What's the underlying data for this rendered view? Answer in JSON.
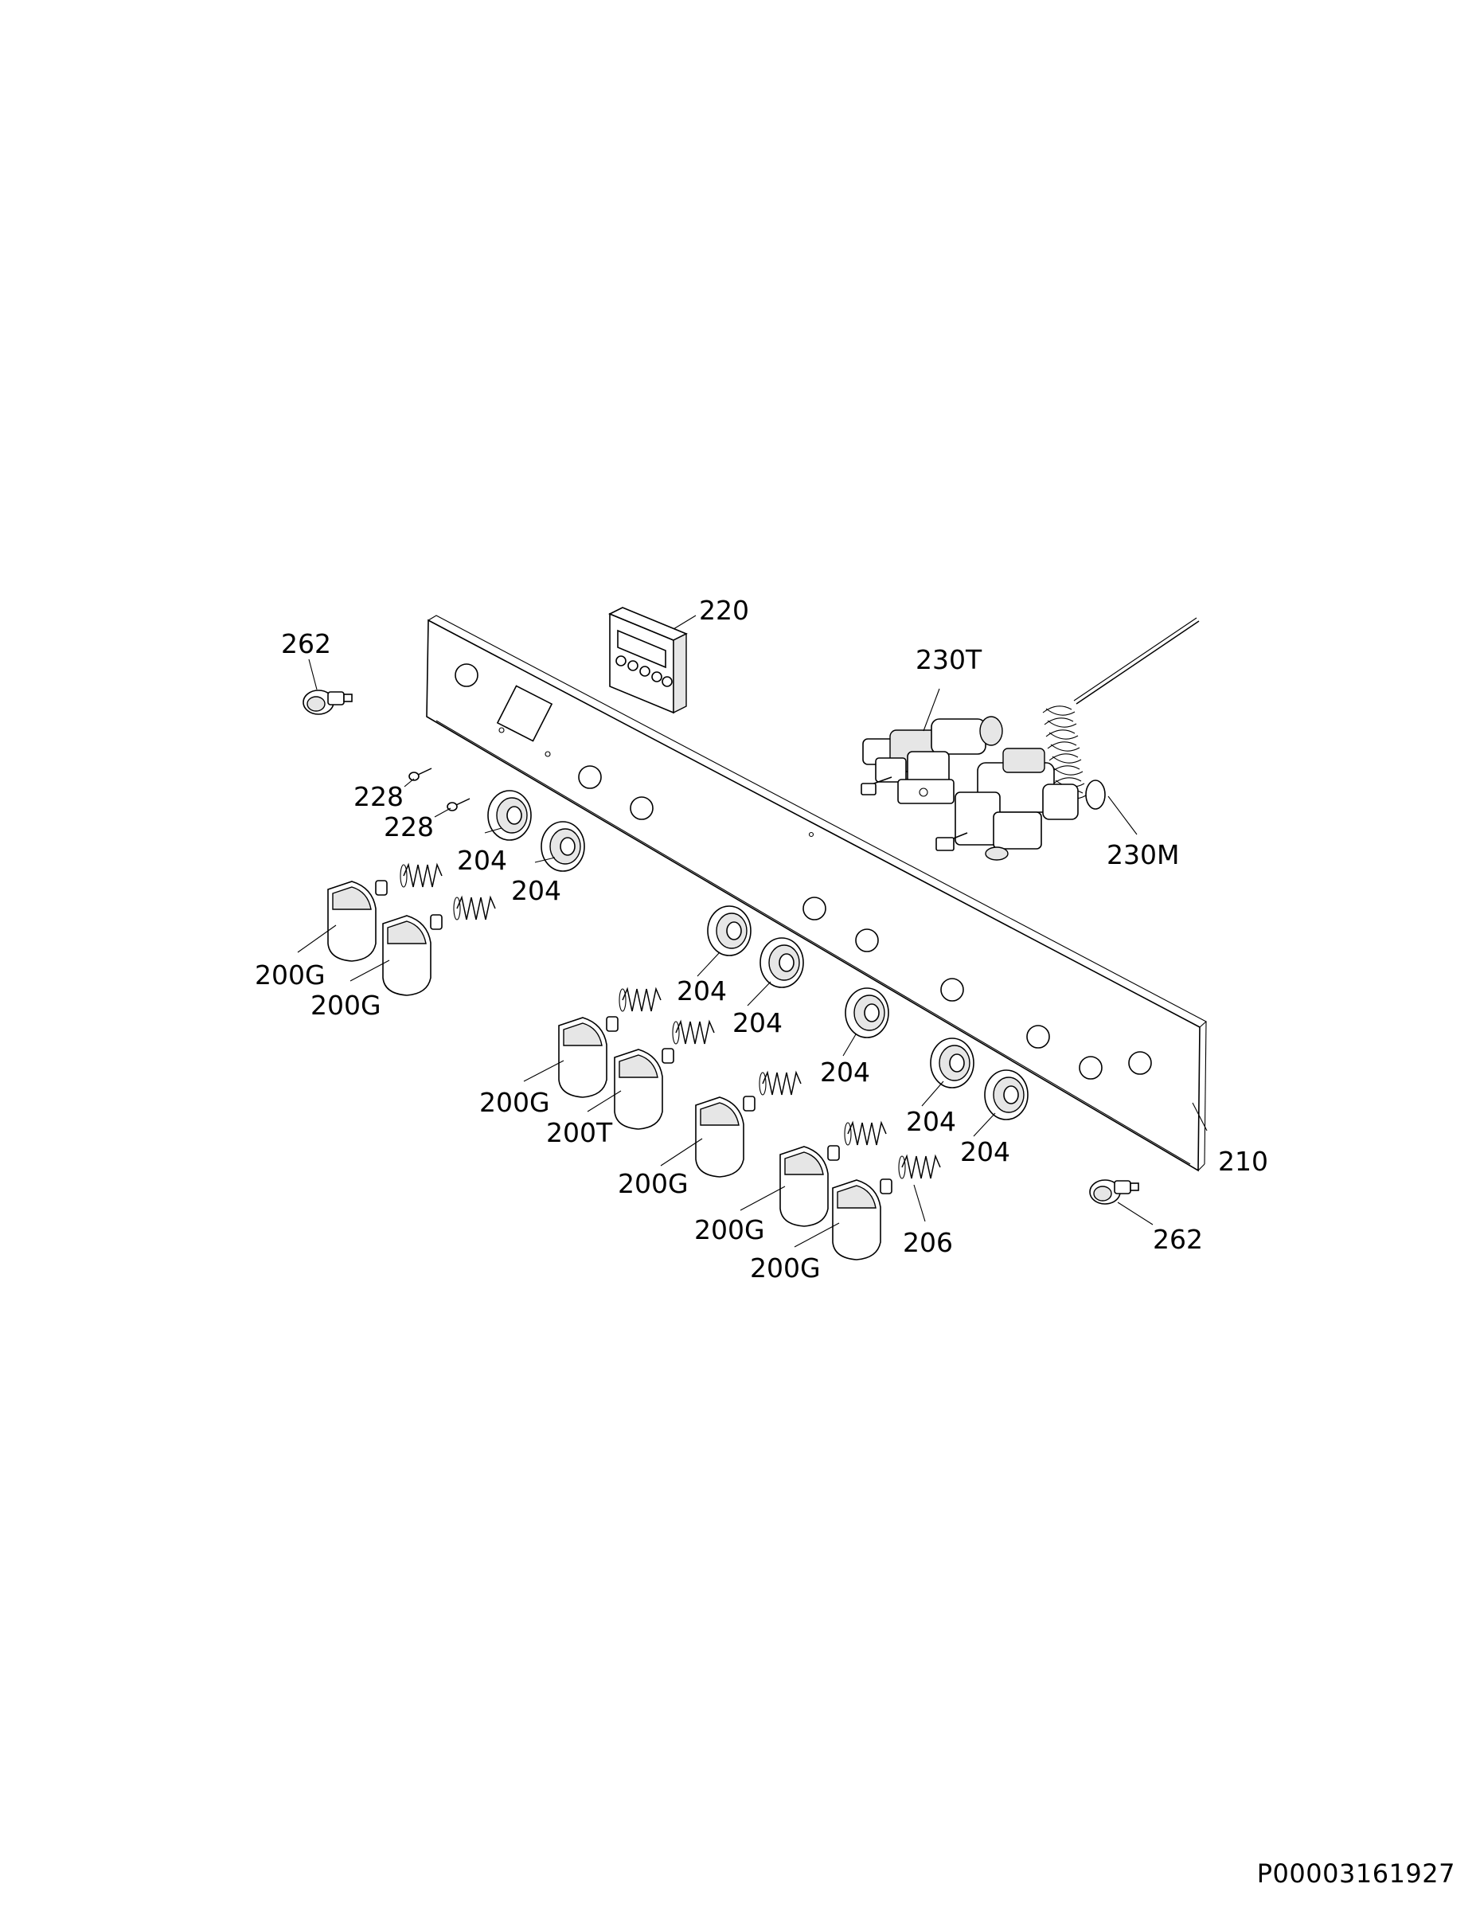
{
  "document_code": "P00003161927",
  "labels": {
    "l_262_top": "262",
    "l_220": "220",
    "l_230T": "230T",
    "l_228_a": "228",
    "l_228_b": "228",
    "l_204_a": "204",
    "l_204_b": "204",
    "l_230M": "230M",
    "l_200G_a": "200G",
    "l_200G_b": "200G",
    "l_204_c": "204",
    "l_204_d": "204",
    "l_204_e": "204",
    "l_200G_c": "200G",
    "l_200T": "200T",
    "l_210": "210",
    "l_204_f": "204",
    "l_204_g": "204",
    "l_200G_d": "200G",
    "l_200G_e": "200G",
    "l_200G_f": "200G",
    "l_206": "206",
    "l_262_bottom": "262"
  }
}
